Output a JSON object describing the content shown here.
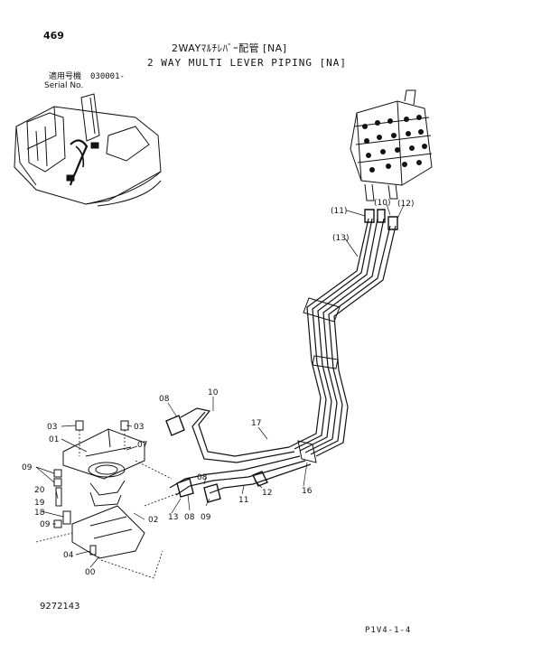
{
  "header": {
    "page_number": "469",
    "title_jp": "2WAYﾏﾙﾁﾚﾊﾞｰ配管 [NA]",
    "title_en": "2 WAY MULTI LEVER PIPING [NA]"
  },
  "serial": {
    "label_jp": "適用号機",
    "label_en": "Serial No.",
    "value": "030001-"
  },
  "footer": {
    "document_number": "9272143",
    "reference": "P1V4-1-4"
  },
  "callouts": {
    "c11": "(11)",
    "c10": "(10)",
    "c12": "(12)",
    "c13": "(13)",
    "n10": "10",
    "n08a": "08",
    "n17": "17",
    "n03a": "03",
    "n03b": "03",
    "n01": "01",
    "n07": "07",
    "n09a": "09",
    "n20": "20",
    "n19": "19",
    "n18": "18",
    "n09b": "09",
    "n04": "04",
    "n00": "00",
    "n02": "02",
    "n13": "13",
    "n08b": "08",
    "n09c": "09",
    "n11": "11",
    "n12": "12",
    "n16": "16",
    "n08c": "08"
  }
}
